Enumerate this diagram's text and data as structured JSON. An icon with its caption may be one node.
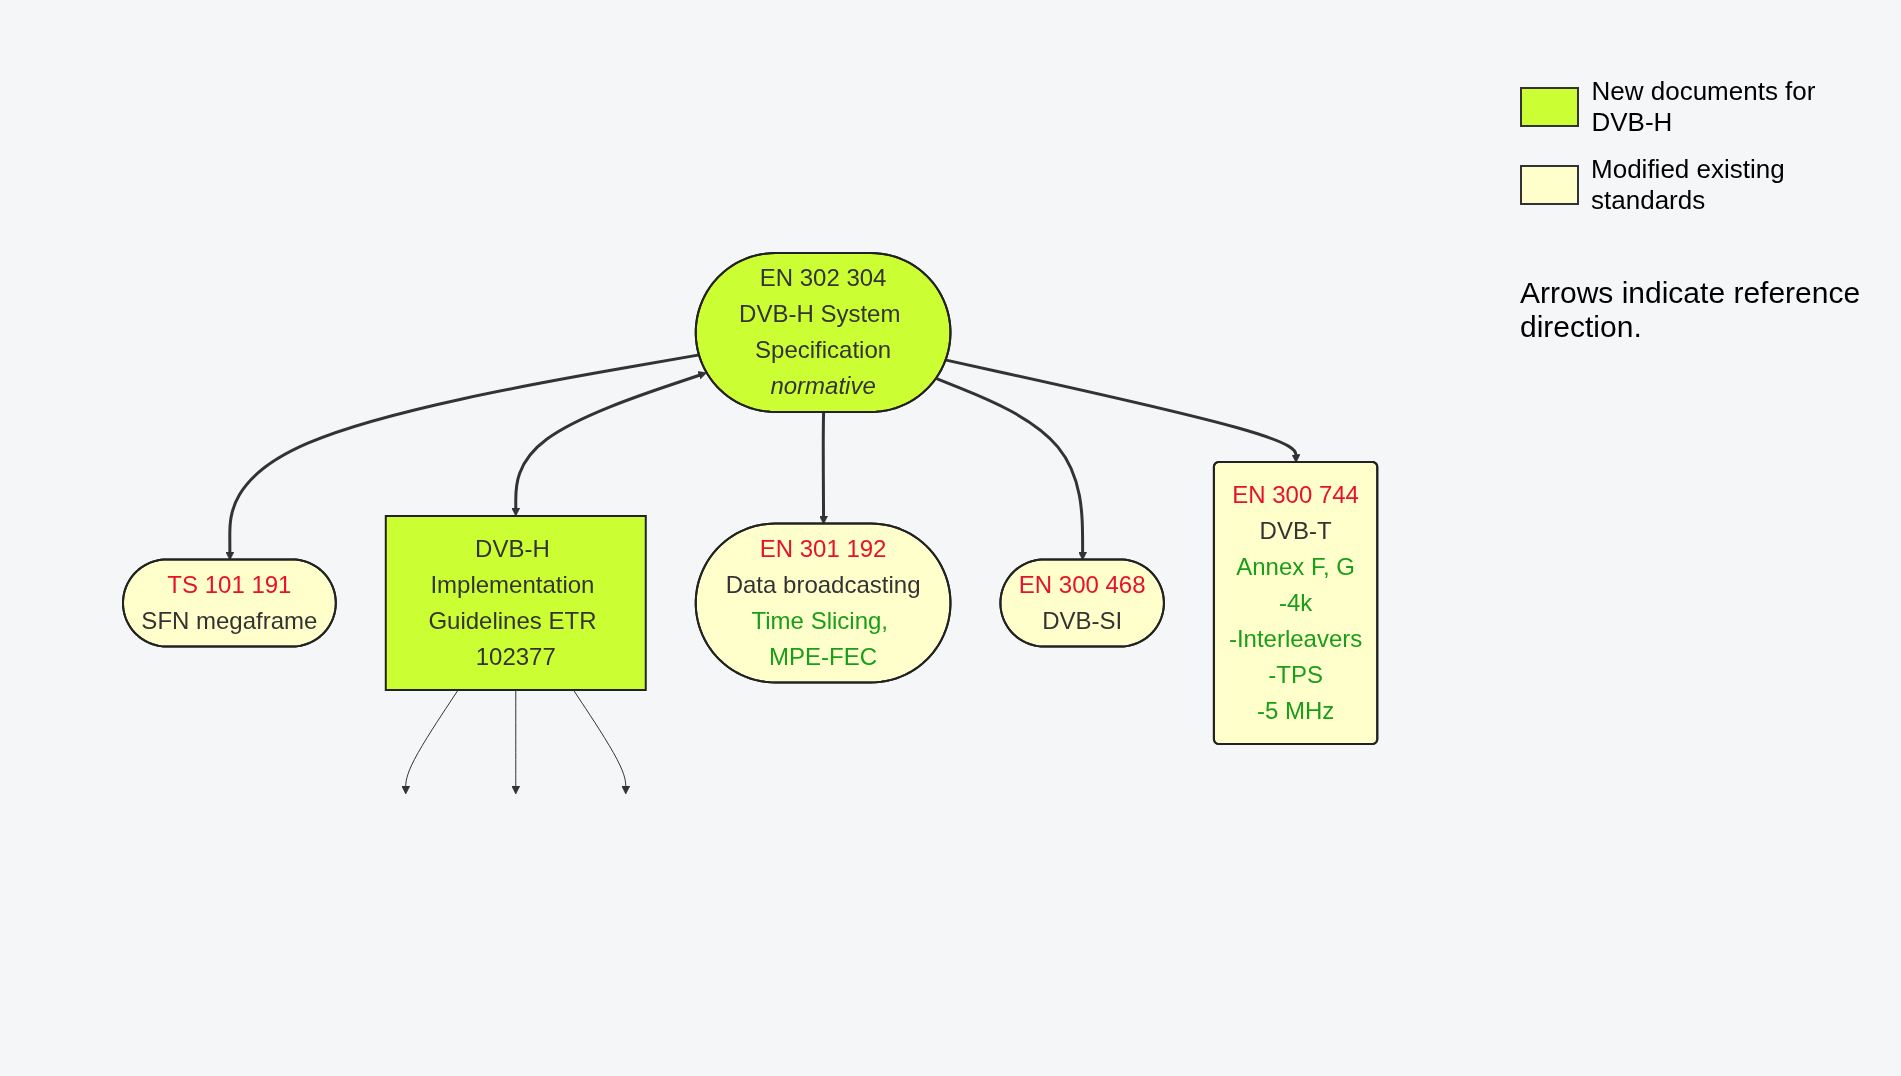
{
  "diagram": {
    "nodes": [
      {
        "text": [
          "TS 101 191",
          "SFN megaframe"
        ]
      },
      {
        "text": [
          "EN 302 304",
          "DVB-H System Specification",
          "normative"
        ]
      },
      {
        "text": [
          "DVB-H Implementation Guidelines ETR 102377"
        ]
      },
      {
        "text": [
          "EN 301 192",
          "Data broadcasting",
          "Time Slicing, MPE-FEC"
        ]
      },
      {
        "text": [
          "EN 300 468",
          "DVB-SI"
        ]
      },
      {
        "text": [
          "EN 300 744",
          "DVB-T",
          "Annex F, G",
          "-4k",
          "-Interleavers",
          "-TPS",
          "-5 MHz"
        ]
      }
    ],
    "edges": [
      {
        "from": 1,
        "to": 0,
        "arrow": "to"
      },
      {
        "from": 1,
        "to": 2,
        "arrow": "both"
      },
      {
        "from": 1,
        "to": 3,
        "arrow": "to"
      },
      {
        "from": 1,
        "to": 4,
        "arrow": "to"
      },
      {
        "from": 1,
        "to": 5,
        "arrow": "to"
      },
      {
        "from": 2,
        "to": null,
        "arrow": "to"
      },
      {
        "from": 2,
        "to": null,
        "arrow": "to"
      },
      {
        "from": 2,
        "to": null,
        "arrow": "to"
      }
    ],
    "labels": [
      "Arrows indicate reference direction."
    ],
    "legend": [
      {
        "text": "New documents for DVB-H",
        "color": "#ccff33"
      },
      {
        "text": "Modified existing standards",
        "color": "#ffffcc"
      }
    ]
  }
}
